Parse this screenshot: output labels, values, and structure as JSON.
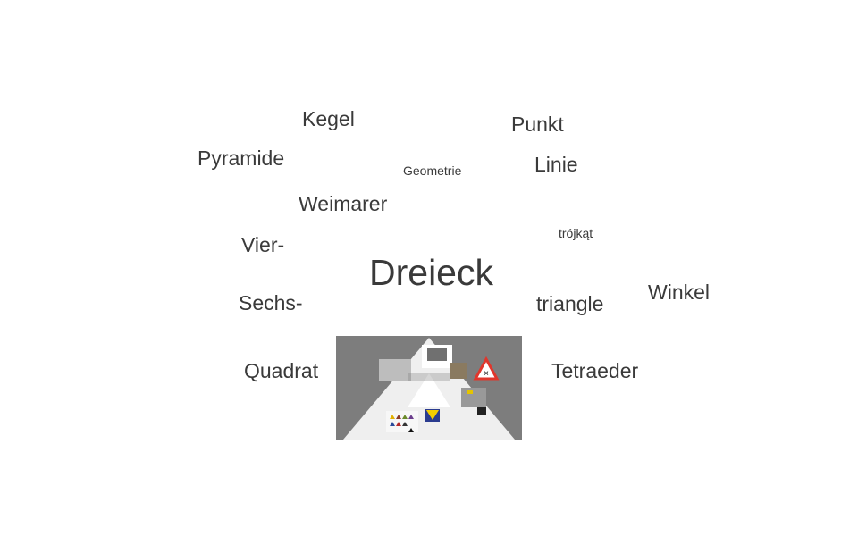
{
  "words": {
    "kegel": "Kegel",
    "punkt": "Punkt",
    "pyramide": "Pyramide",
    "geometrie": "Geometrie",
    "linie": "Linie",
    "weimarer": "Weimarer",
    "vier": "Vier-",
    "trojkat": "trójkąt",
    "dreieck": "Dreieck",
    "sechs": "Sechs-",
    "triangle": "triangle",
    "winkel": "Winkel",
    "quadrat": "Quadrat",
    "tetraeder": "Tetraeder"
  },
  "colors": {
    "text": "#3a3a3a",
    "artwork_bg": "#7a7a7a",
    "warning_red": "#e0362c"
  }
}
